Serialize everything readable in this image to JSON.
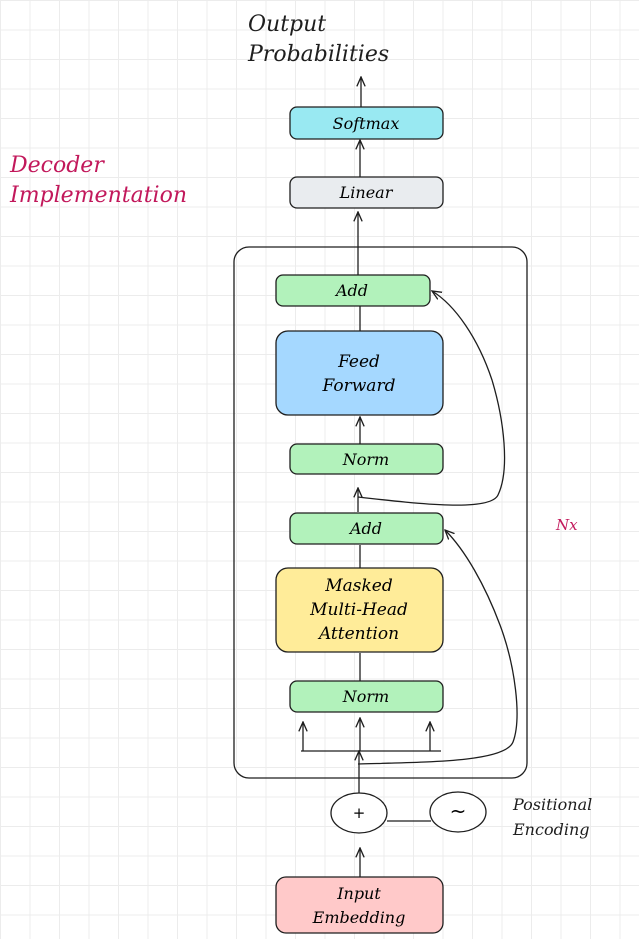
{
  "title": {
    "line1": "Decoder",
    "line2": "Implementation",
    "color": "#c2185b"
  },
  "output_label": {
    "line1": "Output",
    "line2": "Probabilities"
  },
  "blocks": {
    "softmax": {
      "label": "Softmax",
      "fill": "#99e9f2"
    },
    "linear": {
      "label": "Linear",
      "fill": "#e9ecef"
    },
    "add_top": {
      "label": "Add",
      "fill": "#b2f2bb"
    },
    "feed_forward": {
      "line1": "Feed",
      "line2": "Forward",
      "fill": "#a5d8ff"
    },
    "norm_top": {
      "label": "Norm",
      "fill": "#b2f2bb"
    },
    "add_bottom": {
      "label": "Add",
      "fill": "#b2f2bb"
    },
    "masked_attention": {
      "line1": "Masked",
      "line2": "Multi-Head",
      "line3": "Attention",
      "fill": "#ffec99"
    },
    "norm_bottom": {
      "label": "Norm",
      "fill": "#b2f2bb"
    },
    "input_embedding": {
      "line1": "Input",
      "line2": "Embedding",
      "fill": "#ffc9c9"
    }
  },
  "plus_node": {
    "symbol": "+"
  },
  "positional_node": {
    "symbol": "~"
  },
  "positional_label": {
    "line1": "Positional",
    "line2": "Encoding"
  },
  "repeat_label": {
    "text": "Nx",
    "color": "#c2185b"
  },
  "stroke_color": "#1e1e1e"
}
